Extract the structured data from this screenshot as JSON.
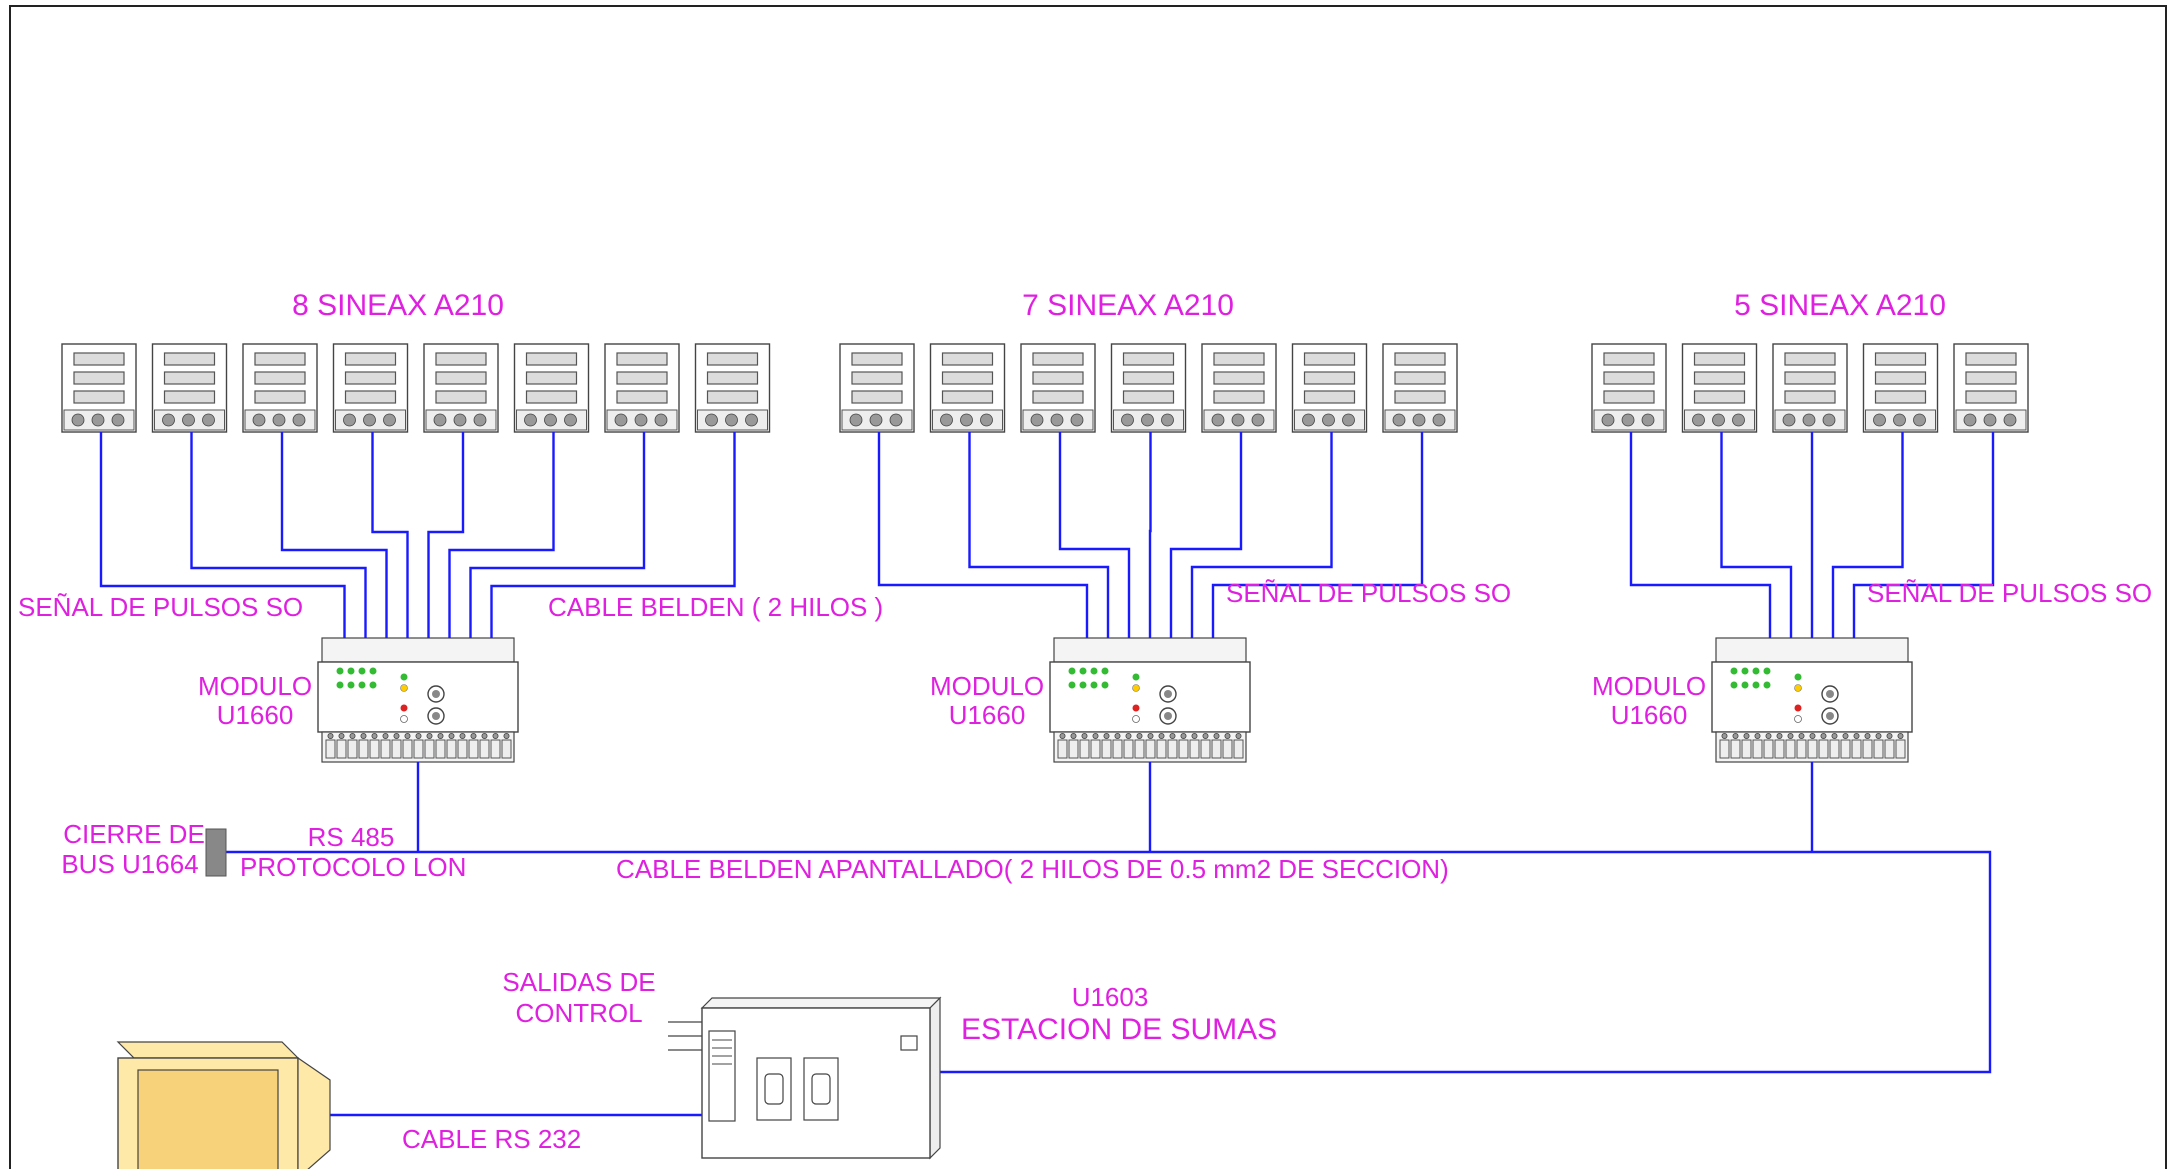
{
  "colors": {
    "label": "#e020e0",
    "wire": "#1a1aff",
    "monitor": "#ffe9a8"
  },
  "groups": [
    {
      "title": "8 SINEAX A210",
      "count": 8,
      "signal_label": "SEÑAL DE PULSOS SO",
      "cable_label": "CABLE BELDEN ( 2  HILOS )",
      "module_line1": "MODULO",
      "module_line2": "U1660"
    },
    {
      "title": "7 SINEAX A210",
      "count": 7,
      "signal_label": "SEÑAL DE PULSOS SO",
      "module_line1": "MODULO",
      "module_line2": "U1660"
    },
    {
      "title": "5 SINEAX A210",
      "count": 5,
      "signal_label": "SEÑAL DE PULSOS SO",
      "module_line1": "MODULO",
      "module_line2": "U1660"
    }
  ],
  "bus": {
    "terminator_line1": "CIERRE DE",
    "terminator_line2": "BUS U1664",
    "rs485": "RS 485",
    "protocol": "PROTOCOLO LON",
    "cable": "CABLE BELDEN APANTALLADO( 2  HILOS DE 0.5 mm2  DE SECCION)"
  },
  "station": {
    "outputs_line1": "SALIDAS DE",
    "outputs_line2": "CONTROL",
    "model": "U1603",
    "name": "ESTACION DE SUMAS"
  },
  "pc_cable": "CABLE RS 232"
}
